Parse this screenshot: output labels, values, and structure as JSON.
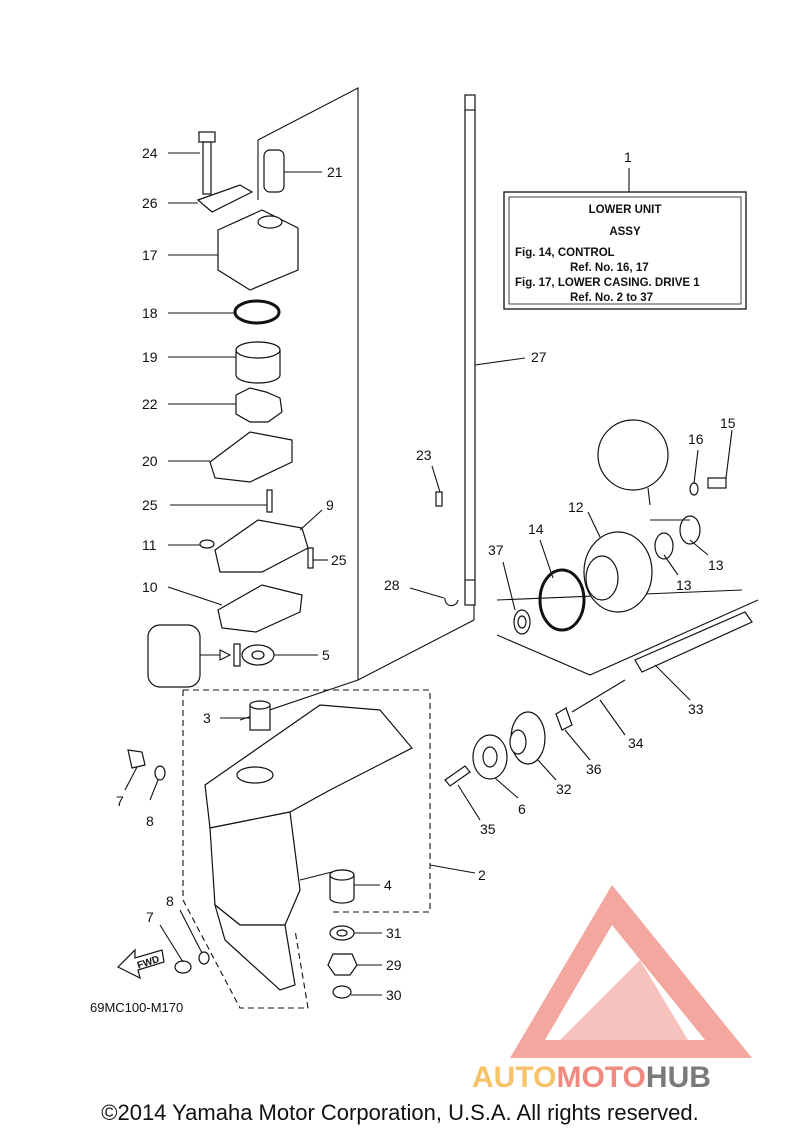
{
  "diagram_code": "69MC100-M170",
  "fwd_label": "FWD",
  "copyright": "©2014 Yamaha Motor Corporation, U.S.A. All rights reserved.",
  "info_box": {
    "ref_number": "1",
    "title_line1": "LOWER UNIT",
    "title_line2": "ASSY",
    "line1": "Fig. 14, CONTROL",
    "line2": "Ref. No. 16, 17",
    "line3": "Fig. 17, LOWER CASING. DRIVE 1",
    "line4": "Ref. No. 2 to 37"
  },
  "watermark": {
    "part1": "AUTO",
    "part2": "MOTO",
    "part3": "HUB",
    "colors": {
      "auto": "#f6c36b",
      "moto": "#f08a80",
      "hub": "#7a7a7a",
      "logo": "#f08a80"
    }
  },
  "labels": {
    "n24": "24",
    "n21": "21",
    "n26": "26",
    "n17": "17",
    "n18": "18",
    "n19": "19",
    "n22": "22",
    "n20": "20",
    "n25a": "25",
    "n9": "9",
    "n11": "11",
    "n25b": "25",
    "n10": "10",
    "n5": "5",
    "n3": "3",
    "n7a": "7",
    "n8a": "8",
    "n27": "27",
    "n23": "23",
    "n28": "28",
    "n16": "16",
    "n15": "15",
    "n12": "12",
    "n14": "14",
    "n37": "37",
    "n13a": "13",
    "n13b": "13",
    "n33": "33",
    "n34": "34",
    "n36": "36",
    "n32": "32",
    "n6": "6",
    "n35": "35",
    "n2": "2",
    "n4": "4",
    "n31": "31",
    "n29": "29",
    "n30": "30",
    "n8b": "8",
    "n7b": "7"
  }
}
